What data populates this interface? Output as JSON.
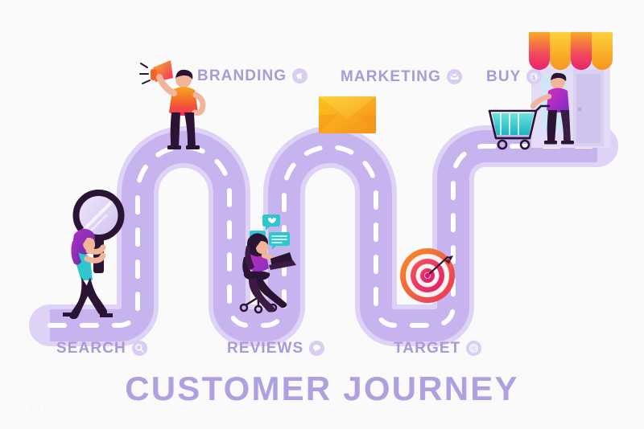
{
  "page": {
    "title": "CUSTOMER JOURNEY",
    "background_color": "#fafafa"
  },
  "theme": {
    "road_fill": "#c7b4ee",
    "road_glow": "#ded3f7",
    "road_dash": "#ffffff",
    "label_text": "#a99ad6",
    "title_text": "#b0a0e0",
    "badge_bg": "#d9cdf2",
    "accent_orange": "#f79c1e",
    "accent_pink": "#e8246b",
    "accent_teal": "#2ec7cd",
    "accent_purple": "#8b2fc9"
  },
  "steps": [
    {
      "id": "search",
      "label": "SEARCH",
      "icon": "magnifier-icon",
      "position": "bottom",
      "order": 1,
      "illustration": "woman-with-magnifying-glass"
    },
    {
      "id": "branding",
      "label": "BRANDING",
      "icon": "megaphone-icon",
      "position": "top",
      "order": 2,
      "illustration": "man-with-megaphone"
    },
    {
      "id": "reviews",
      "label": "REVIEWS",
      "icon": "chat-bubble-icon",
      "position": "bottom",
      "order": 3,
      "illustration": "woman-on-office-chair-with-laptop"
    },
    {
      "id": "marketing",
      "label": "MARKETING",
      "icon": "envelope-icon",
      "position": "top",
      "order": 4,
      "illustration": "orange-envelope"
    },
    {
      "id": "target",
      "label": "TARGET",
      "icon": "bullseye-icon",
      "position": "bottom",
      "order": 5,
      "illustration": "dartboard-with-dart"
    },
    {
      "id": "buy",
      "label": "BUY",
      "icon": "dollar-coin-icon",
      "position": "top",
      "order": 6,
      "illustration": "man-with-shopping-cart-at-store"
    }
  ]
}
